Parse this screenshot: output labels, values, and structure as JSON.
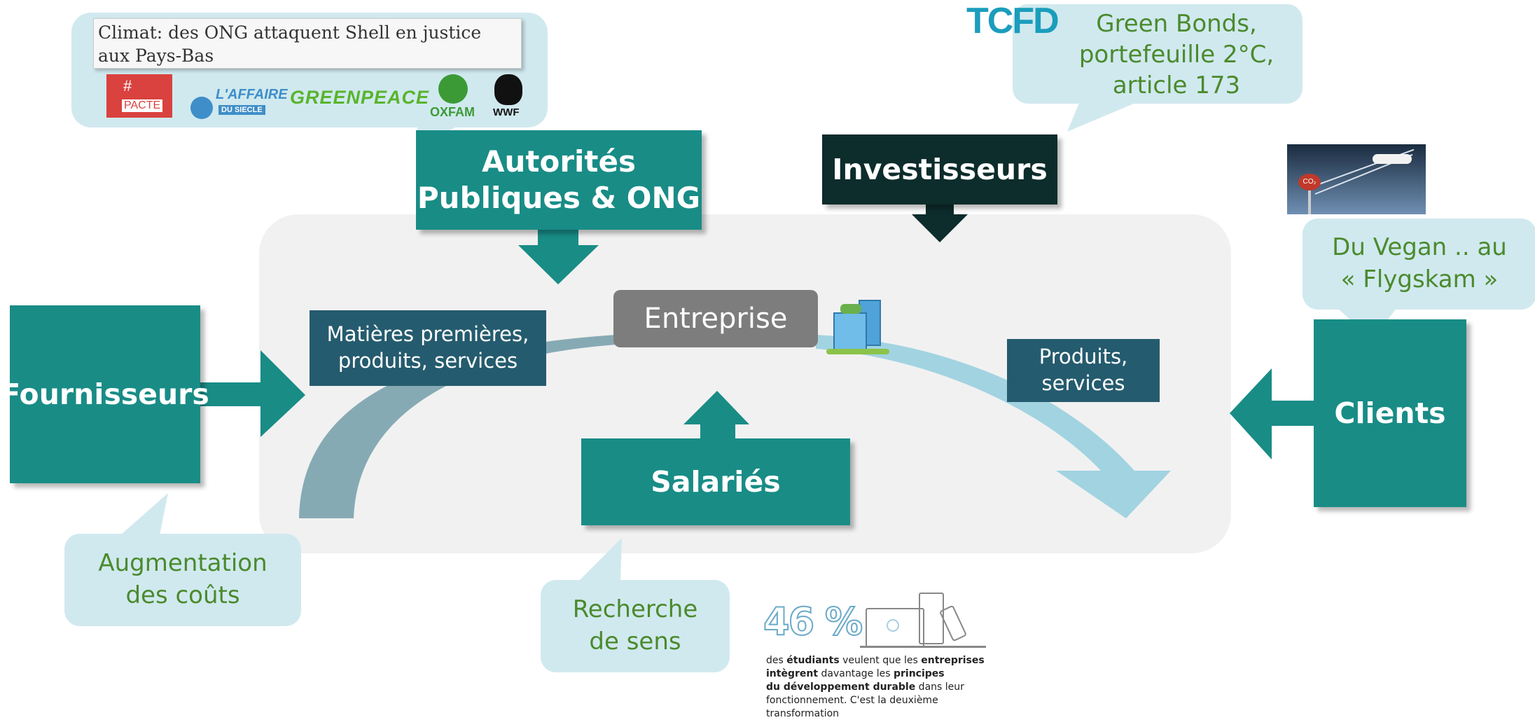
{
  "center": {
    "label": "Entreprise"
  },
  "nodes": {
    "autorites": "Autorités\nPubliques & ONG",
    "investisseurs": "Investisseurs",
    "fournisseurs": "Fournisseurs",
    "clients": "Clients",
    "salaries": "Salariés"
  },
  "flows": {
    "inputs": "Matières premières,\nproduits, services",
    "outputs": "Produits,\nservices"
  },
  "bubbles": {
    "tcfd": "Green Bonds,\nportefeuille 2°C,\narticle 173",
    "clients": "Du Vegan .. au\n« Flygskam »",
    "fournisseurs": "Augmentation\ndes coûts",
    "salaries": "Recherche\nde sens"
  },
  "news": {
    "headline": "Climat: des ONG attaquent Shell en justice aux Pays-Bas",
    "logos": {
      "pacte_hash": "#",
      "pacte": "PACTE",
      "affaire_1": "L'AFFAIRE",
      "affaire_2": "DU SIECLE",
      "greenpeace": "GREENPEACE",
      "oxfam": "OXFAM",
      "wwf": "WWF"
    }
  },
  "tcfd_logo": "TCFD",
  "co2_sign": "CO₂",
  "stat": {
    "value": "46 %",
    "line1_a": "des ",
    "line1_b": "étudiants",
    "line1_c": " veulent que les ",
    "line1_d": "entreprises",
    "line2_a": "intègrent",
    "line2_b": " davantage les ",
    "line2_c": "principes",
    "line3_a": "du développement durable",
    "line3_b": " dans leur",
    "line4": "fonctionnement. C'est la deuxième transformation"
  },
  "colors": {
    "teal": "#198c86",
    "dark": "#0d2c2c",
    "navy": "#255b6e",
    "bubble": "#d0e9ef",
    "bubble_text": "#4b8a2c",
    "panel": "#f1f1f1"
  }
}
